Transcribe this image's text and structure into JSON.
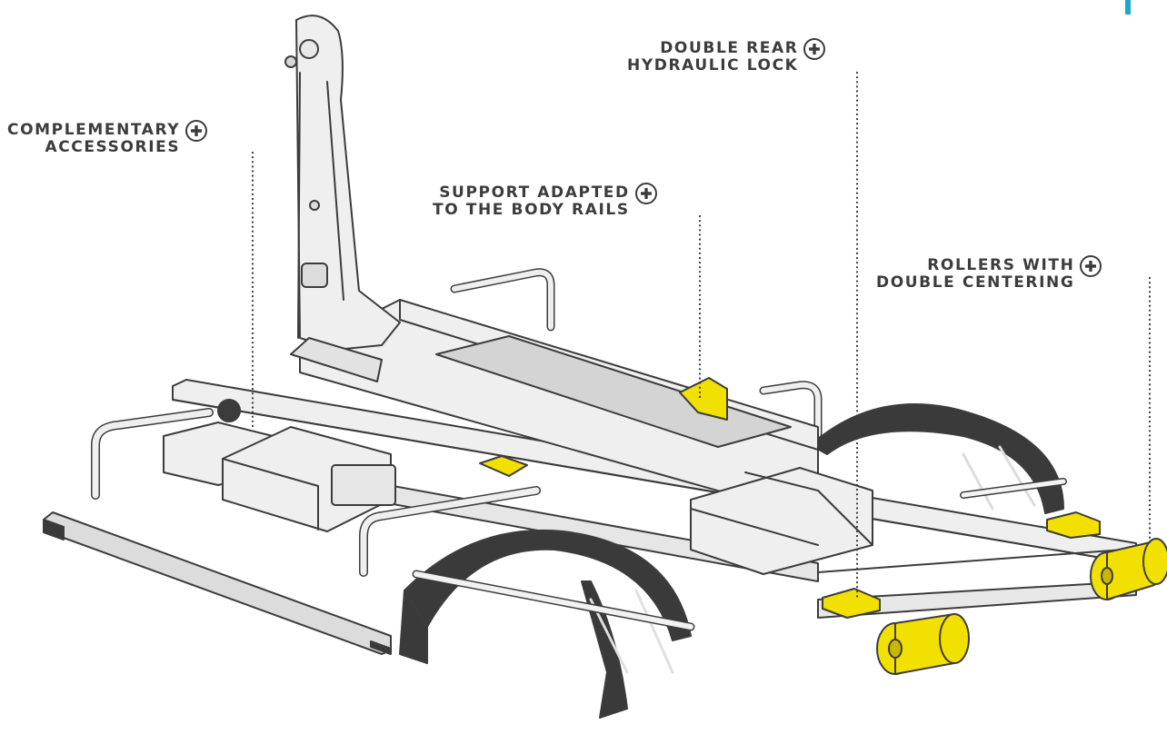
{
  "palette": {
    "line": "#3c3c3c",
    "frame": "#efefef",
    "frame_shade": "#d4d4d4",
    "tyre": "#3a3a3a",
    "accent_yellow": "#f2e000",
    "accent_teal": "#1ea8c8"
  },
  "callouts": [
    {
      "id": "accessories",
      "lines": [
        "COMPLEMENTARY",
        "ACCESSORIES"
      ],
      "icon": "plus-circle-icon"
    },
    {
      "id": "support",
      "lines": [
        "SUPPORT ADAPTED",
        "TO THE BODY RAILS"
      ],
      "icon": "plus-circle-icon"
    },
    {
      "id": "lock",
      "lines": [
        "DOUBLE REAR",
        "HYDRAULIC LOCK"
      ],
      "icon": "plus-circle-icon"
    },
    {
      "id": "rollers",
      "lines": [
        "ROLLERS WITH",
        "DOUBLE CENTERING"
      ],
      "icon": "plus-circle-icon"
    }
  ]
}
